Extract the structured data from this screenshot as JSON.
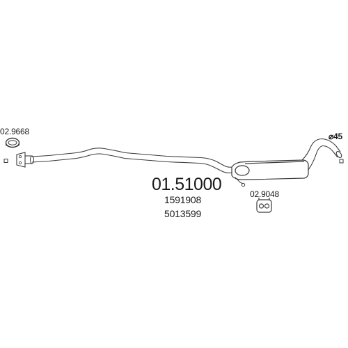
{
  "diagram": {
    "main_part_number": "01.51000",
    "reference_numbers": [
      "1591908",
      "5013599"
    ],
    "parts": {
      "gasket_left": "02.9668",
      "rubber_mount": "02.9048",
      "tailpipe_diameter": "⌀45"
    },
    "colors": {
      "line": "#3a3a3a",
      "text": "#1a1a1a",
      "background": "#ffffff"
    }
  }
}
